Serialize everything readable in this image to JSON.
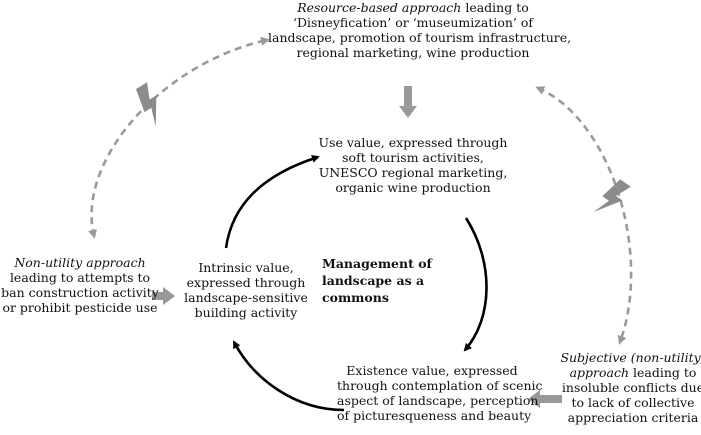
{
  "resource": {
    "line1_italic": "Resource-based approach",
    "line1_rest": " leading to",
    "line2": "‘Disneyfication’ or ‘museumization’ of",
    "line3": "landscape, promotion of tourism infrastructure,",
    "line4": "regional marketing, wine production"
  },
  "use_value": {
    "line1": "Use value, expressed through",
    "line2": "soft tourism activities,",
    "line3": "UNESCO regional marketing,",
    "line4": "organic wine production"
  },
  "non_utility": {
    "line1": "Non-utility approach",
    "line2": "leading to attempts to",
    "line3": "ban construction activity",
    "line4": "or prohibit pesticide use"
  },
  "intrinsic": {
    "line1": "Intrinsic value,",
    "line2": "expressed through",
    "line3": "landscape-sensitive",
    "line4": "building activity"
  },
  "management": {
    "line1": "Management of",
    "line2": "landscape as a",
    "line3": "commons"
  },
  "existence": {
    "line1": "Existence value, expressed",
    "line2": "through contemplation of scenic",
    "line3": "aspect of landscape, perception",
    "line4": "of picturesqueness and beauty"
  },
  "subjective": {
    "line1": "Subjective (non-utility)",
    "line2_italic": "approach",
    "line2_rest": " leading to",
    "line3": "insoluble conflicts due",
    "line4": "to lack of collective",
    "line5": "appreciation criteria"
  },
  "colors": {
    "cycle_arrows": "#000000",
    "gray_arrows": "#999999",
    "conflict_symbol": "#8c8c8c"
  },
  "icons": [
    "lightning-bolt-icon",
    "block-arrow-icon",
    "curved-arrow-icon",
    "dashed-double-arrow-icon"
  ]
}
